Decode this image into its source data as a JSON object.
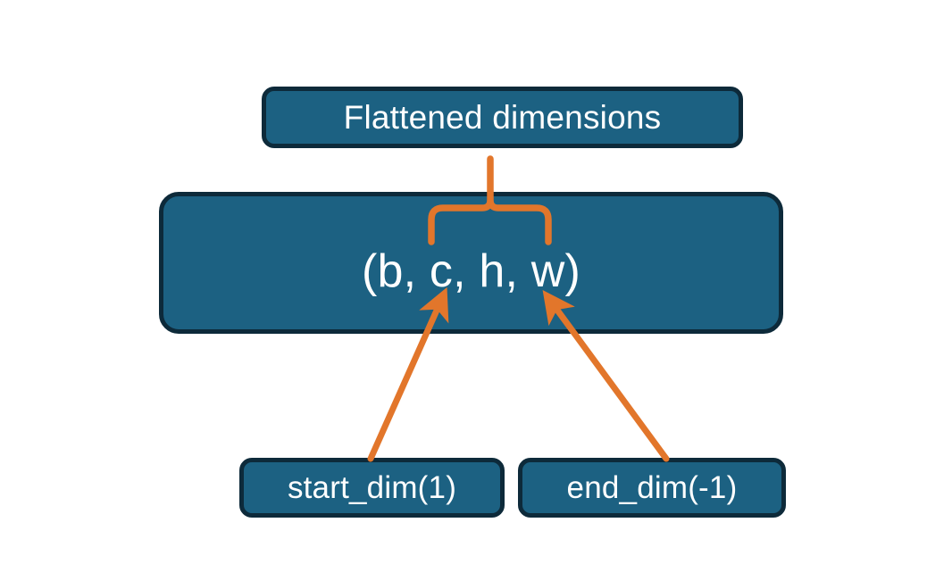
{
  "diagram": {
    "title_node": {
      "label": "Flattened dimensions",
      "name": "flattened-dimensions-box"
    },
    "shape_node": {
      "label": "(b, c, h, w)",
      "name": "tensor-shape-box",
      "dims": [
        "b",
        "c",
        "h",
        "w"
      ]
    },
    "param_nodes": [
      {
        "label": "start_dim(1)",
        "name": "start-dim-box"
      },
      {
        "label": "end_dim(-1)",
        "name": "end-dim-box"
      }
    ],
    "connectors": [
      {
        "name": "brace-connector",
        "kind": "curly-brace",
        "from": "tensor-shape-box",
        "to": "flattened-dimensions-box",
        "spans_dims": [
          "c",
          "h",
          "w"
        ]
      },
      {
        "name": "start-dim-arrow",
        "kind": "arrow",
        "from": "start-dim-box",
        "to": "tensor-shape-box"
      },
      {
        "name": "end-dim-arrow",
        "kind": "arrow",
        "from": "end-dim-box",
        "to": "tensor-shape-box"
      }
    ],
    "colors": {
      "box_fill": "#1c6182",
      "box_border": "#0d2a3a",
      "box_text": "#ffffff",
      "connector": "#e2762b",
      "background": "#ffffff"
    }
  }
}
